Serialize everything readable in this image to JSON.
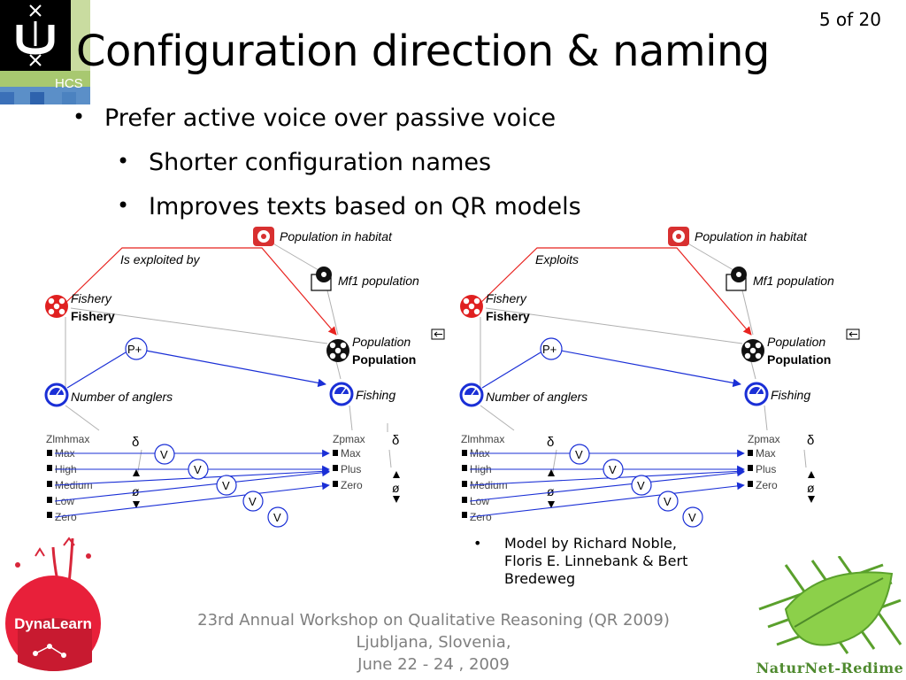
{
  "slide": {
    "number": "5 of 20",
    "title": "Configuration direction & naming",
    "bullets": [
      "Prefer active voice over passive voice",
      "Shorter configuration names",
      "Improves texts based on QR models"
    ]
  },
  "logos": {
    "hcs_label": "HCS",
    "dynalearn_label": "DynaLearn",
    "naturnet_label": "NaturNet-Redime"
  },
  "diagrams": [
    {
      "config_label": "Is exploited by",
      "entity_pop_habitat": "Population in habitat",
      "entity_mf1": "Mf1 population",
      "fishery_type": "Fishery",
      "fishery_name": "Fishery",
      "population_type": "Population",
      "population_name": "Population",
      "prop_label": "P+",
      "quantity_anglers": "Number of anglers",
      "quantity_fishing": "Fishing",
      "qs_left_name": "Zlmhmax",
      "qs_left_values": [
        "Max",
        "High",
        "Medium",
        "Low",
        "Zero"
      ],
      "qs_right_name": "Zpmax",
      "qs_right_values": [
        "Max",
        "Plus",
        "Zero"
      ],
      "delta": "δ",
      "derivative_zero": "ø",
      "correspondence": "V"
    },
    {
      "config_label": "Exploits",
      "entity_pop_habitat": "Population in habitat",
      "entity_mf1": "Mf1 population",
      "fishery_type": "Fishery",
      "fishery_name": "Fishery",
      "population_type": "Population",
      "population_name": "Population",
      "prop_label": "P+",
      "quantity_anglers": "Number of anglers",
      "quantity_fishing": "Fishing",
      "qs_left_name": "Zlmhmax",
      "qs_left_values": [
        "Max",
        "High",
        "Medium",
        "Low",
        "Zero"
      ],
      "qs_right_name": "Zpmax",
      "qs_right_values": [
        "Max",
        "Plus",
        "Zero"
      ],
      "delta": "δ",
      "derivative_zero": "ø",
      "correspondence": "V"
    }
  ],
  "credit": {
    "bullet": "•",
    "lines": [
      "Model by Richard Noble,",
      "Floris E. Linnebank & Bert",
      "Bredeweg"
    ]
  },
  "footer": {
    "lines": [
      "23rd Annual Workshop on Qualitative Reasoning (QR 2009)",
      "Ljubljana, Slovenia,",
      "June 22 - 24 , 2009"
    ]
  },
  "colors": {
    "red_arrow": "#e8231f",
    "blue_arrow": "#1a2fd6",
    "green_logo": "#4f8a2f",
    "footer_gray": "#7f7f7f"
  }
}
